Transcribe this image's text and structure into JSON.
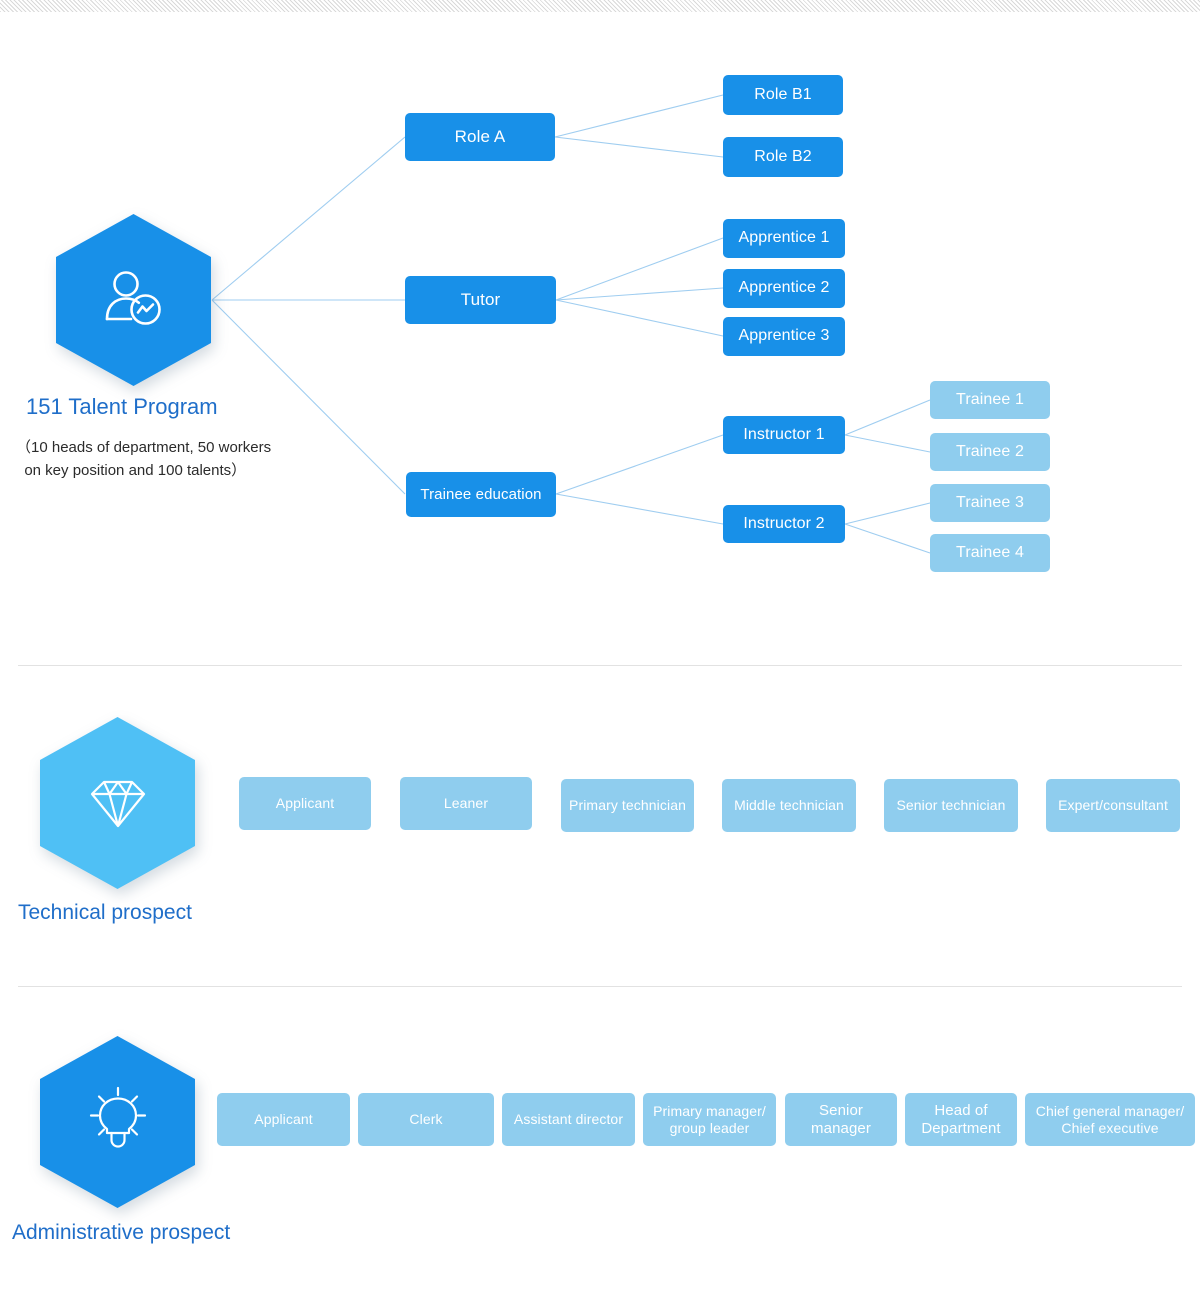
{
  "sections": [
    {
      "id": "talent-program",
      "icon": "user-analytics-icon",
      "title": "151 Talent Program",
      "subtitle_line1": "（10 heads of department, 50 workers",
      "subtitle_line2": "  on key position and 100 talents）",
      "level1": [
        {
          "label": "Role A"
        },
        {
          "label": "Tutor"
        },
        {
          "label": "Trainee education"
        }
      ],
      "level2": [
        {
          "label": "Role B1"
        },
        {
          "label": "Role B2"
        },
        {
          "label": "Apprentice 1"
        },
        {
          "label": "Apprentice 2"
        },
        {
          "label": "Apprentice 3"
        },
        {
          "label": "Instructor 1"
        },
        {
          "label": "Instructor 2"
        }
      ],
      "level3": [
        {
          "label": "Trainee 1"
        },
        {
          "label": "Trainee 2"
        },
        {
          "label": "Trainee 3"
        },
        {
          "label": "Trainee 4"
        }
      ]
    },
    {
      "id": "technical-prospect",
      "icon": "diamond-icon",
      "title": "Technical prospect",
      "steps": [
        {
          "label": "Applicant"
        },
        {
          "label": "Leaner"
        },
        {
          "label": "Primary technician"
        },
        {
          "label": "Middle technician"
        },
        {
          "label": "Senior technician"
        },
        {
          "label": "Expert/consultant"
        }
      ]
    },
    {
      "id": "administrative-prospect",
      "icon": "lightbulb-icon",
      "title": "Administrative prospect",
      "steps": [
        {
          "label": "Applicant"
        },
        {
          "label": "Clerk"
        },
        {
          "label": "Assistant director"
        },
        {
          "label": "Primary manager/\ngroup leader"
        },
        {
          "label": "Senior\nmanager"
        },
        {
          "label": "Head of\nDepartment"
        },
        {
          "label": "Chief general manager/\nChief executive"
        }
      ]
    }
  ],
  "colors": {
    "primary_blue": "#1890e8",
    "light_blue": "#8fcdee",
    "sky_blue": "#4fc0f5",
    "caption_blue": "#1f6ec9",
    "wire": "#9fcdf0",
    "divider": "#e2e2e2"
  }
}
